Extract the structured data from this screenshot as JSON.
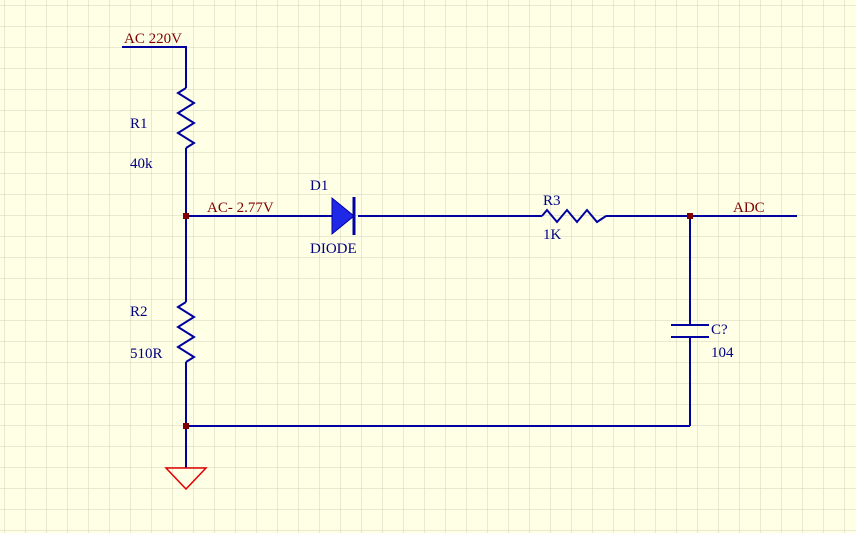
{
  "labels": {
    "ac_input": "AC 220V",
    "divider_node": "AC- 2.77V",
    "adc": "ADC"
  },
  "components": {
    "r1": {
      "designator": "R1",
      "value": "40k"
    },
    "r2": {
      "designator": "R2",
      "value": "510R"
    },
    "d1": {
      "designator": "D1",
      "value": "DIODE"
    },
    "r3": {
      "designator": "R3",
      "value": "1K"
    },
    "c1": {
      "designator": "C?",
      "value": "104"
    }
  },
  "colors": {
    "background": "#ffffe6",
    "grid": "#d3d3bf",
    "wire": "#0000a0",
    "net_label": "#800000",
    "designator": "#000080",
    "junction": "#800000",
    "ground": "#e00000"
  }
}
